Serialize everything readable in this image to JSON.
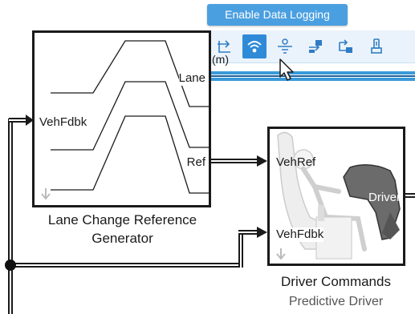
{
  "tooltip": {
    "text": "Enable Data Logging"
  },
  "toolbar": {
    "icons": [
      "reroute-signal-icon",
      "data-logging-icon",
      "signal-properties-icon",
      "add-connection-icon",
      "connect-block-icon",
      "test-point-icon"
    ],
    "active_icon": "data-logging-icon"
  },
  "signal": {
    "units": "(m)"
  },
  "lane_block": {
    "ports": {
      "input_vehfdbk": "VehFdbk",
      "output_lane": "Lane",
      "output_ref": "Ref"
    },
    "caption_line1": "Lane Change Reference",
    "caption_line2": "Generator"
  },
  "driver_block": {
    "ports": {
      "input_vehref": "VehRef",
      "input_vehfdbk": "VehFdbk",
      "output_driver": "Driver"
    },
    "caption": "Driver Commands",
    "subcaption": "Predictive Driver"
  },
  "colors": {
    "selected_signal": "#3a9ad9",
    "tooltip_bg": "#4a9fe0",
    "toolbar_bg": "#eaf3fb",
    "active_button": "#2f8ad8"
  }
}
